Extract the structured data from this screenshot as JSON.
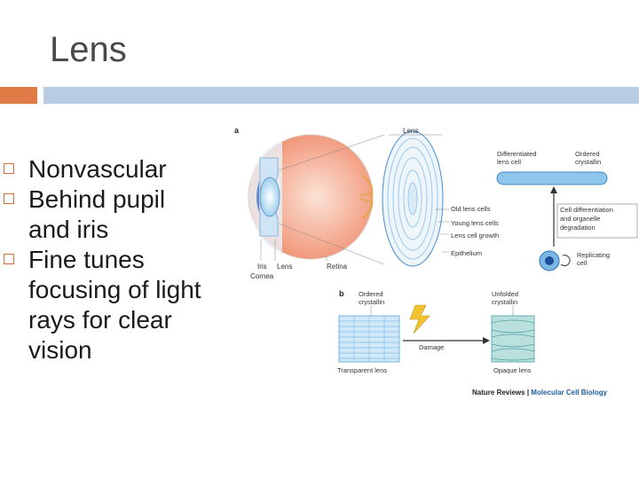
{
  "slide": {
    "title": "Lens",
    "bullets": [
      "Nonvascular",
      "Behind pupil and iris",
      "Fine tunes focusing of light rays for clear vision"
    ]
  },
  "figure": {
    "panel_a_letter": "a",
    "panel_b_letter": "b",
    "labels": {
      "lens": "Lens",
      "iris": "Iris",
      "lens_small": "Lens",
      "retina": "Retina",
      "cornea": "Cornea",
      "differentiated_lens_cell": "Differentiated lens cell",
      "ordered_crystallin_a": "Ordered crystallin",
      "old_lens_cells": "Old lens cells",
      "young_lens_cells": "Young lens cells",
      "lens_cell_growth": "Lens cell growth",
      "epithelium": "Epithelium",
      "cell_differentiation": "Cell differentiation and organelle degradation",
      "replicating_cell": "Replicating cell",
      "ordered_crystallin_b": "Ordered crystallin",
      "unfolded_crystallin": "Unfolded crystallin",
      "damage": "Damage",
      "transparent_lens": "Transparent lens",
      "opaque_lens": "Opaque lens"
    },
    "credit_brand": "Nature Reviews",
    "credit_journal": "Molecular Cell Biology"
  },
  "colors": {
    "accent_orange": "#e07b45",
    "accent_blue": "#b8cce4",
    "credit_blue": "#1f5fa8"
  }
}
